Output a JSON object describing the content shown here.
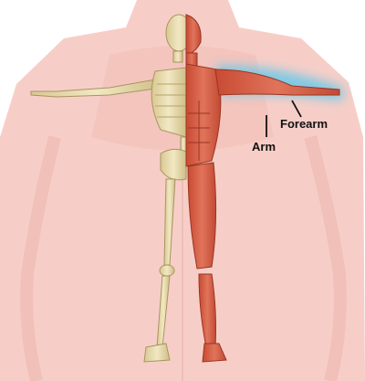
{
  "labels": {
    "forearm": "Forearm",
    "arm": "Arm"
  },
  "highlight": {
    "region": "forearm-and-arm",
    "color": "#4fc8ef"
  },
  "colors": {
    "background_torso": "#f4b3a8",
    "muscle": "#d65a43",
    "bone": "#e9dcae"
  }
}
